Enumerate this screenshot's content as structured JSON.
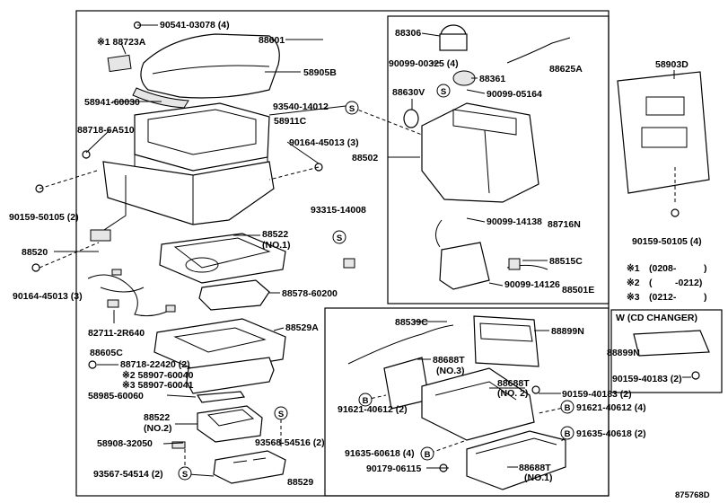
{
  "labels": {
    "l01": "90541-03078 (4)",
    "l02": "※1 88723A",
    "l03": "88601",
    "l04": "58905B",
    "l05": "58941-60030",
    "l06": "93540-14012",
    "l07": "58911C",
    "l08": "88718-6A510",
    "l09": "90164-45013 (3)",
    "l10": "90159-50105 (2)",
    "l11": "93315-14008",
    "l12": "88522",
    "l13": "(NO.1)",
    "l14": "88520",
    "l15": "90164-45013 (3)",
    "l16": "88578-60200",
    "l17": "82711-2R640",
    "l18": "88605C",
    "l19": "88529A",
    "l20": "88718-22420 (2)",
    "l21": "※2 58907-60040",
    "l22": "※3 58907-60041",
    "l23": "58985-60060",
    "l24": "88522",
    "l25": "(NO.2)",
    "l26": "93568-54516 (2)",
    "l27": "58908-32050",
    "l28": "93567-54514 (2)",
    "l29": "88529",
    "l30": "88306",
    "l31": "90099-00325 (4)",
    "l32": "88361",
    "l33": "88625A",
    "l34": "88630V",
    "l35": "90099-05164",
    "l36": "88502",
    "l37": "90099-14138",
    "l38": "88716N",
    "l39": "88515C",
    "l40": "90099-14126",
    "l41": "88501E",
    "l42": "58903D",
    "l43": "90159-50105 (4)",
    "l44": "88539C",
    "l45": "88899N",
    "l46": "88688T",
    "l47": "(NO.3)",
    "l48": "88688T",
    "l49": "(NO. 2)",
    "l50": "90159-40183 (2)",
    "l51": "91621-40612 (2)",
    "l52": "91621-40612 (4)",
    "l53": "91635-60618 (4)",
    "l54": "91635-40618 (2)",
    "l55": "90179-06115",
    "l56": "88688T",
    "l57": "(NO.1)",
    "l58": "W (CD CHANGER)",
    "l59": "88899N",
    "l60": "90159-40183 (2)",
    "l61": "875768D"
  },
  "notes": [
    {
      "mark": "※1",
      "text": "(0208-",
      "close": ")"
    },
    {
      "mark": "※2",
      "text": "(",
      "close": "-0212)"
    },
    {
      "mark": "※3",
      "text": "(0212-",
      "close": ")"
    }
  ],
  "symbols": {
    "s_mark": "S",
    "b_mark": "B"
  }
}
